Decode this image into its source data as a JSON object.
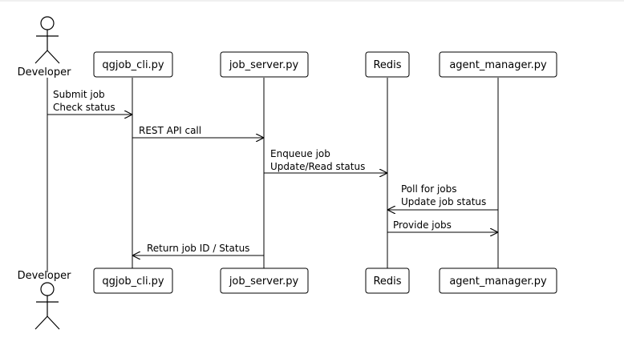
{
  "actor": {
    "name": "Developer"
  },
  "participants": [
    {
      "id": "cli",
      "label": "qgjob_cli.py"
    },
    {
      "id": "server",
      "label": "job_server.py"
    },
    {
      "id": "redis",
      "label": "Redis"
    },
    {
      "id": "agent",
      "label": "agent_manager.py"
    }
  ],
  "messages": [
    {
      "from": "Developer",
      "to": "qgjob_cli.py",
      "lines": [
        "Submit job",
        "Check status"
      ]
    },
    {
      "from": "qgjob_cli.py",
      "to": "job_server.py",
      "lines": [
        "REST API call"
      ]
    },
    {
      "from": "job_server.py",
      "to": "Redis",
      "lines": [
        "Enqueue job",
        "Update/Read status"
      ]
    },
    {
      "from": "agent_manager.py",
      "to": "Redis",
      "lines": [
        "Poll for jobs",
        "Update job status"
      ]
    },
    {
      "from": "Redis",
      "to": "agent_manager.py",
      "lines": [
        "Provide jobs"
      ]
    },
    {
      "from": "job_server.py",
      "to": "qgjob_cli.py",
      "lines": [
        "Return job ID / Status"
      ]
    }
  ]
}
